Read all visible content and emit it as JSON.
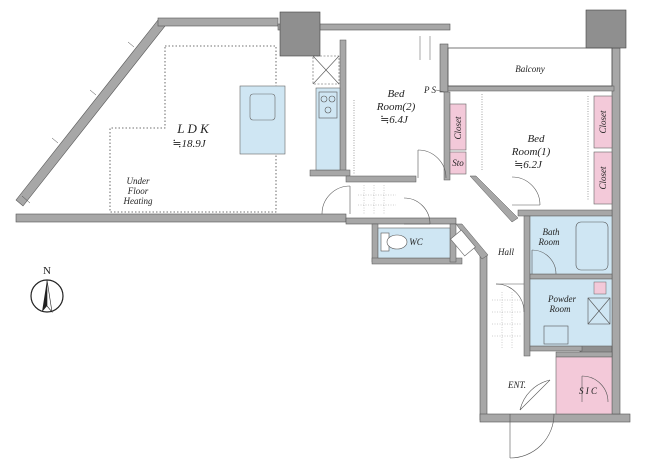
{
  "ldk": {
    "name": "L D K",
    "size": "≒18.9J"
  },
  "under_floor": {
    "line1": "Under",
    "line2": "Floor",
    "line3": "Heating"
  },
  "bed2": {
    "line1": "Bed",
    "line2": "Room(2)",
    "size": "≒6.4J"
  },
  "bed1": {
    "line1": "Bed",
    "line2": "Room(1)",
    "size": "≒6.2J"
  },
  "balcony": "Balcony",
  "ps": "P S",
  "closet": "Closet",
  "sto": "Sto",
  "wc": "WC",
  "hall": "Hall",
  "bath": {
    "line1": "Bath",
    "line2": "Room"
  },
  "powder": {
    "line1": "Powder",
    "line2": "Room"
  },
  "sic": "S I C",
  "ent": "ENT.",
  "north": "N",
  "colors": {
    "wall": "#a7a7a7",
    "wet": "#cfe6f3",
    "storage": "#f3c9d9",
    "pillar": "#8f8f8f"
  }
}
